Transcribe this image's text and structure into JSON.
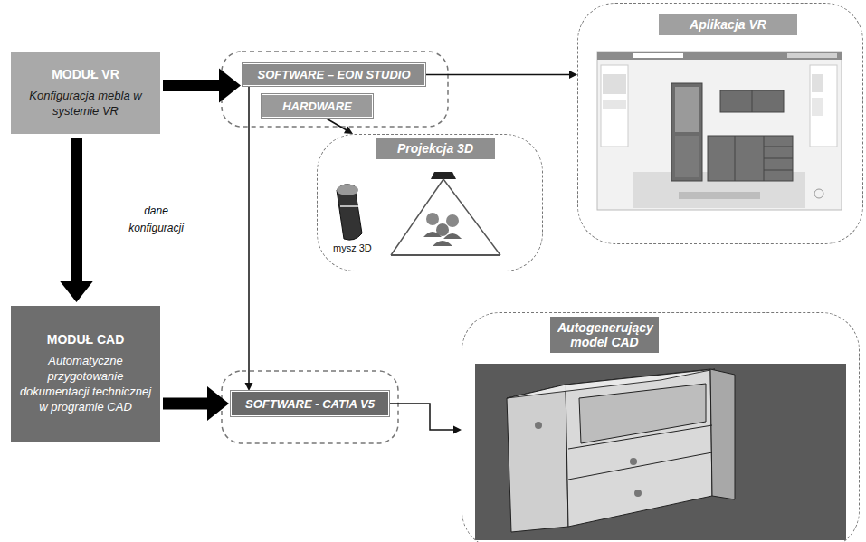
{
  "diagram": {
    "nodes": [
      {
        "text": [
          "MODUŁ VR",
          "Konfiguracja mebla w systemie VR"
        ]
      },
      {
        "text": [
          "SOFTWARE – EON STUDIO"
        ]
      },
      {
        "text": [
          "HARDWARE"
        ]
      },
      {
        "text": [
          "Aplikacja VR"
        ]
      },
      {
        "text": [
          "Projekcja 3D"
        ]
      },
      {
        "text": [
          "MODUŁ CAD",
          "Automatyczne przygotowanie dokumentacji technicznej w programie CAD"
        ]
      },
      {
        "text": [
          "SOFTWARE  - CATIA V5"
        ]
      },
      {
        "text": [
          "Autogenerujący model CAD"
        ]
      }
    ],
    "edges": [
      {
        "from": 0,
        "to": 1,
        "arrow": "to"
      },
      {
        "from": 1,
        "to": 3,
        "arrow": "to"
      },
      {
        "from": 2,
        "to": 4,
        "arrow": "to"
      },
      {
        "from": 1,
        "to": 6,
        "arrow": "to"
      },
      {
        "from": 0,
        "to": 5,
        "label": "dane konfiguracji",
        "arrow": "to"
      },
      {
        "from": 5,
        "to": 6,
        "arrow": "to"
      },
      {
        "from": 6,
        "to": 7,
        "arrow": "to"
      }
    ],
    "labels": [
      "mysz 3D"
    ]
  }
}
